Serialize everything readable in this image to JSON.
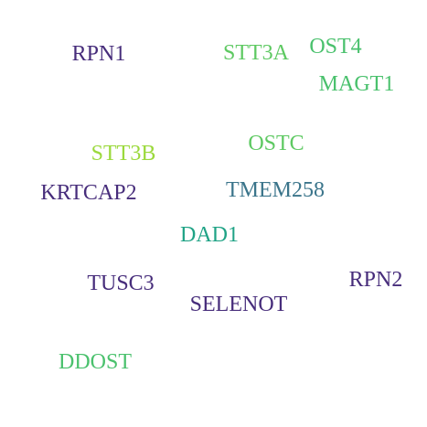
{
  "words": [
    {
      "text": "RPN1",
      "color": "#472d7b"
    },
    {
      "text": "STT3A",
      "color": "#5ec962"
    },
    {
      "text": "OST4",
      "color": "#4ac16d"
    },
    {
      "text": "MAGT1",
      "color": "#4ac16d"
    },
    {
      "text": "OSTC",
      "color": "#5ec962"
    },
    {
      "text": "STT3B",
      "color": "#9bd93c"
    },
    {
      "text": "KRTCAP2",
      "color": "#472d7b"
    },
    {
      "text": "TMEM258",
      "color": "#3b758b"
    },
    {
      "text": "DAD1",
      "color": "#20a386"
    },
    {
      "text": "TUSC3",
      "color": "#472d7b"
    },
    {
      "text": "RPN2",
      "color": "#472d7b"
    },
    {
      "text": "SELENOT",
      "color": "#472d7b"
    },
    {
      "text": "DDOST",
      "color": "#4ac16d"
    }
  ]
}
